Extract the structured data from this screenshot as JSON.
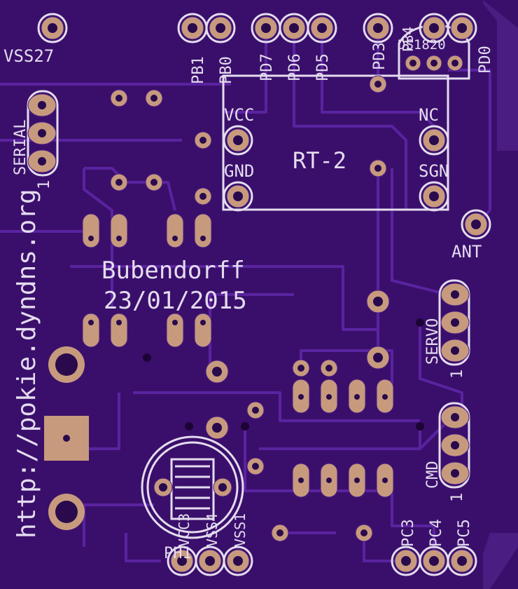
{
  "labels": {
    "vss27": "VSS27",
    "pb1": "PB1",
    "pb0": "PB0",
    "pd7": "PD7",
    "pd6": "PD6",
    "pd5": "PD5",
    "pd3": "PD3",
    "pb4": "PB4",
    "pd0": "PD0",
    "ds1820": "DS1820",
    "serial": "SERIAL",
    "serial_one": "1",
    "vcc": "VCC",
    "nc": "NC",
    "gnd": "GND",
    "sgn": "SGN",
    "rt2": "RT-2",
    "ant": "ANT",
    "author": "Bubendorff",
    "date": "23/01/2015",
    "url": "http://pokie.dyndns.org",
    "servo": "SERVO",
    "servo_one": "1",
    "cmd": "CMD",
    "cmd_one": "1",
    "pc3": "PC3",
    "pc4": "PC4",
    "pc5": "PC5",
    "ph1": "PH1",
    "vcc3": "VCC3",
    "vss4": "VSS4",
    "vss1": "VSS1"
  },
  "colors": {
    "board": "#3a0f6b",
    "copper_pad": "#c79a7e",
    "silkscreen": "#e4dcef"
  }
}
